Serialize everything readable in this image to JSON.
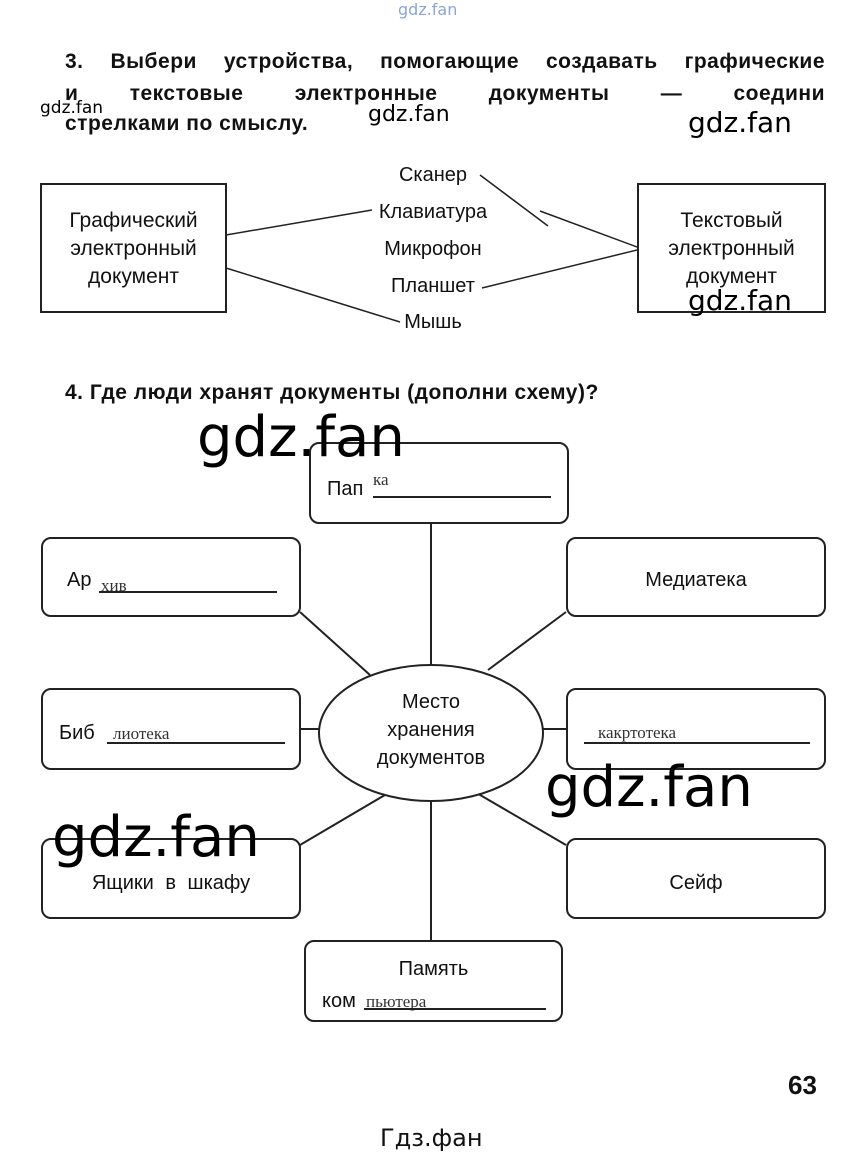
{
  "header_watermark": "gdz.fan",
  "task3": {
    "number": "3.",
    "lines": [
      "Выбери устройства, помогающие создавать графические",
      "и текстовые электронные документы — соедини",
      "стрелками по смыслу."
    ],
    "left_box": [
      "Графический",
      "электронный",
      "документ"
    ],
    "right_box": [
      "Текстовый",
      "электронный",
      "документ"
    ],
    "devices": [
      "Сканер",
      "Клавиатура",
      "Микрофон",
      "Планшет",
      "Мышь"
    ]
  },
  "task4": {
    "number": "4.",
    "text": "Где люди хранят документы (дополни схему)?",
    "center": [
      "Место",
      "хранения",
      "документов"
    ],
    "boxes": {
      "top": {
        "printed": "Пап",
        "handwritten": "ка"
      },
      "left1": {
        "printed": "Ар",
        "handwritten": "хив"
      },
      "left2": {
        "printed": "Биб",
        "handwritten": "лиотека"
      },
      "left3": {
        "printed": "Ящики в шкафу"
      },
      "right1": {
        "printed": "Медиатека"
      },
      "right2": {
        "handwritten": "какртотека"
      },
      "right3": {
        "printed": "Сейф"
      },
      "bottom": {
        "printed_line1": "Память",
        "printed_line2": "ком",
        "handwritten": "пьютера"
      }
    }
  },
  "watermarks": [
    "gdz.fan",
    "gdz.fan",
    "gdz.fan",
    "gdz.fan",
    "gdz.fan",
    "gdz.fan",
    "gdz.fan"
  ],
  "page_number": "63",
  "footer": "Гдз.фан"
}
